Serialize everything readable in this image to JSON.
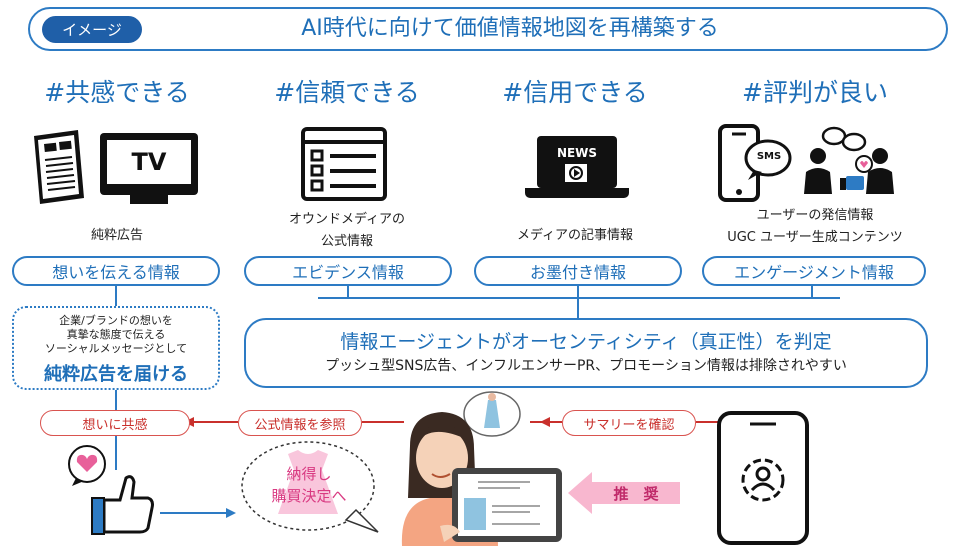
{
  "header": {
    "badge": "イメージ",
    "title": "AI時代に向けて価値情報地図を再構築する"
  },
  "columns": [
    {
      "hashtag": "#共感できる",
      "icon": "newspaper-and-tv-icon",
      "tv_label": "TV",
      "caption_lines": [
        "純粋広告"
      ],
      "category": "想いを伝える情報"
    },
    {
      "hashtag": "#信頼できる",
      "icon": "website-icon",
      "caption_lines": [
        "オウンドメディアの",
        "公式情報"
      ],
      "category": "エビデンス情報"
    },
    {
      "hashtag": "#信用できる",
      "icon": "laptop-news-icon",
      "news_label": "NEWS",
      "caption_lines": [
        "メディアの記事情報"
      ],
      "category": "お墨付き情報"
    },
    {
      "hashtag": "#評判が良い",
      "icon": "sms-and-community-icon",
      "sms_label": "SMS",
      "caption_lines": [
        "ユーザーの発信情報",
        "UGC ユーザー生成コンテンツ"
      ],
      "category": "エンゲージメント情報"
    }
  ],
  "pure_ad_box": {
    "lines": [
      "企業/ブランドの想いを",
      "真摯な態度で伝える",
      "ソーシャルメッセージとして"
    ],
    "highlight": "純粋広告を届ける"
  },
  "agent_box": {
    "title": "情報エージェントがオーセンティシティ（真正性）を判定",
    "subtitle": "プッシュ型SNS広告、インフルエンサーPR、プロモーション情報は排除されやすい"
  },
  "flow": {
    "empathize": "想いに共感",
    "reference": "公式情報を参照",
    "summary": "サマリーを確認"
  },
  "decision": [
    "納得し",
    "購買決定へ"
  ],
  "recommend": "推　奨",
  "colors": {
    "blue": "#1f6fb8",
    "red": "#c9302c",
    "pink": "#e8609a"
  }
}
